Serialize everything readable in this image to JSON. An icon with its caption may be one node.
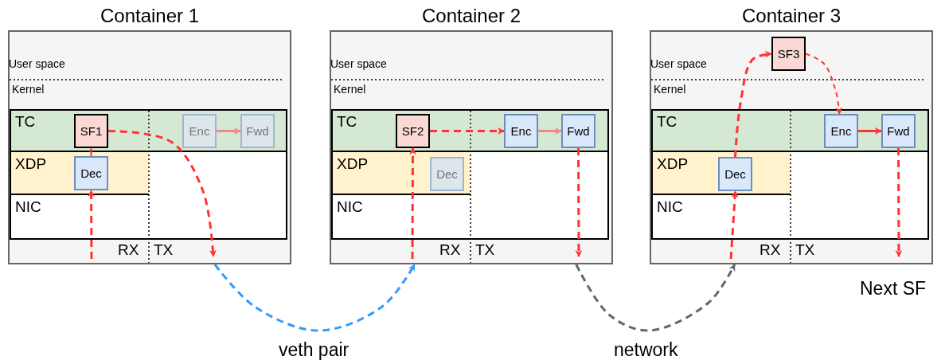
{
  "diagram": {
    "nodes": [
      {
        "text": [
          "Container 1"
        ]
      },
      {
        "text": [
          "TC"
        ],
        "in": 0
      },
      {
        "text": [
          "XDP"
        ],
        "in": 0
      },
      {
        "text": [
          "NIC"
        ],
        "in": 0
      },
      {
        "text": [
          "SF1"
        ],
        "in": 1
      },
      {
        "text": [
          "Dec"
        ],
        "in": 2
      },
      {
        "text": [
          "Enc"
        ],
        "in": 1
      },
      {
        "text": [
          "Fwd"
        ],
        "in": 1
      },
      {
        "text": [
          "Container 2"
        ]
      },
      {
        "text": [
          "TC"
        ],
        "in": 8
      },
      {
        "text": [
          "XDP"
        ],
        "in": 8
      },
      {
        "text": [
          "NIC"
        ],
        "in": 8
      },
      {
        "text": [
          "SF2"
        ],
        "in": 9
      },
      {
        "text": [
          "Dec"
        ],
        "in": 10
      },
      {
        "text": [
          "Enc"
        ],
        "in": 9
      },
      {
        "text": [
          "Fwd"
        ],
        "in": 9
      },
      {
        "text": [
          "Container 3"
        ]
      },
      {
        "text": [
          "SF3"
        ],
        "in": 16
      },
      {
        "text": [
          "TC"
        ],
        "in": 16
      },
      {
        "text": [
          "XDP"
        ],
        "in": 16
      },
      {
        "text": [
          "NIC"
        ],
        "in": 16
      },
      {
        "text": [
          "Dec"
        ],
        "in": 19
      },
      {
        "text": [
          "Enc"
        ],
        "in": 18
      },
      {
        "text": [
          "Fwd"
        ],
        "in": 18
      }
    ],
    "edges": [
      {
        "from": null,
        "to": 5,
        "arrow": "to",
        "style": "dashed"
      },
      {
        "from": 5,
        "to": 4,
        "arrow": "to",
        "style": "dashed"
      },
      {
        "from": 4,
        "to": null,
        "arrow": "to",
        "style": "dashed"
      },
      {
        "from": 6,
        "to": 7,
        "arrow": "to",
        "color": "#f08a8a"
      },
      {
        "from": 0,
        "to": 8,
        "arrow": "to",
        "style": "dashed",
        "color": "#3399ff",
        "label": "veth pair"
      },
      {
        "from": null,
        "to": 12,
        "arrow": "to",
        "style": "dashed"
      },
      {
        "from": 12,
        "to": 14,
        "arrow": "to",
        "style": "dashed"
      },
      {
        "from": 14,
        "to": 15,
        "arrow": "to",
        "color": "#f08a8a"
      },
      {
        "from": 15,
        "to": null,
        "arrow": "to",
        "style": "dashed"
      },
      {
        "from": 8,
        "to": 16,
        "arrow": "to",
        "style": "dashed",
        "color": "#666666",
        "label": "network"
      },
      {
        "from": null,
        "to": 21,
        "arrow": "to",
        "style": "dashed"
      },
      {
        "from": 21,
        "to": 17,
        "arrow": "to",
        "style": "dashed"
      },
      {
        "from": 17,
        "to": 22,
        "arrow": "to",
        "style": "dashed"
      },
      {
        "from": 22,
        "to": 23,
        "arrow": "to"
      },
      {
        "from": 23,
        "to": null,
        "arrow": "to",
        "style": "dashed"
      }
    ],
    "labels": [
      "User space",
      "Kernel",
      "RX",
      "TX",
      "User space",
      "Kernel",
      "RX",
      "TX",
      "User space",
      "Kernel",
      "RX",
      "TX",
      "Next SF"
    ]
  }
}
